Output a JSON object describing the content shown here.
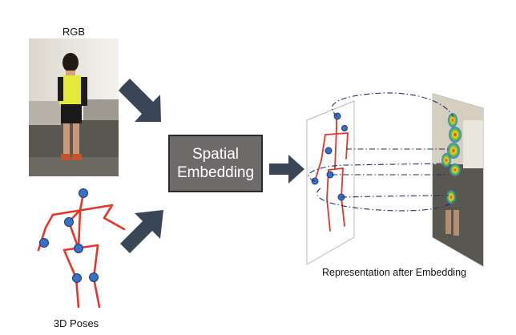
{
  "labels": {
    "rgb": "RGB",
    "poses": "3D Poses",
    "embedding_line1": "Spatial",
    "embedding_line2": "Embedding",
    "representation": "Representation after Embedding"
  },
  "colors": {
    "arrow": "#3a4656",
    "box_fill": "#6e6a6a",
    "skeleton": "#e8352a",
    "joint": "#3b6fc4",
    "dash_line": "#1f2f6a"
  }
}
